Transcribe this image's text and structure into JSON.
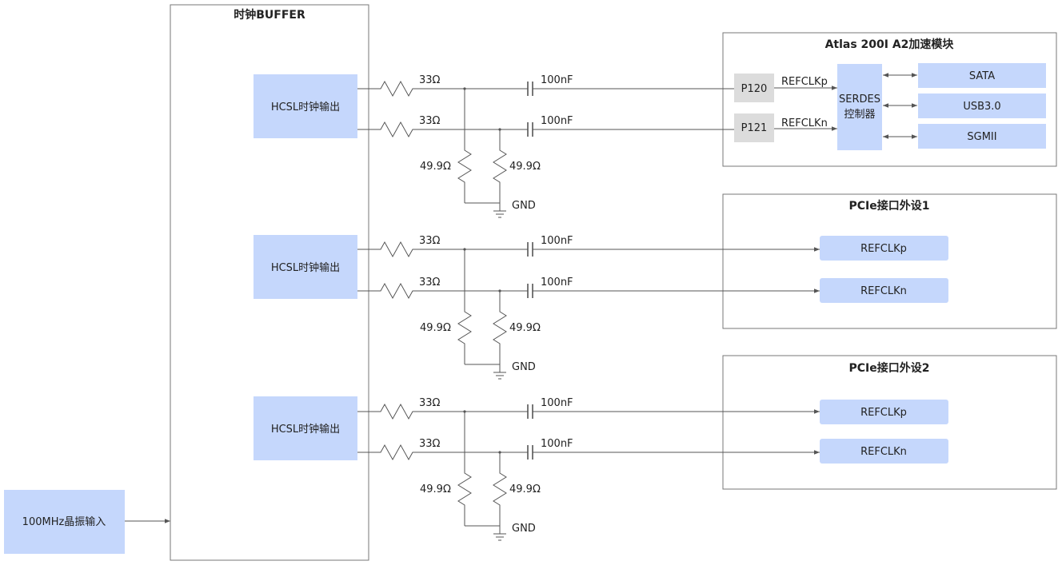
{
  "colors": {
    "block_fill": "#c5d7fc",
    "pin_fill": "#dcdcdc",
    "wire": "#555555",
    "frame": "#777777",
    "text": "#222222"
  },
  "icons": {
    "resistor": "resistor-icon",
    "capacitor": "capacitor-icon",
    "ground": "ground-icon",
    "arrow": "arrow-icon"
  },
  "oscillator": {
    "label": "100MHz晶振输入"
  },
  "clock_buffer": {
    "title": "时钟BUFFER",
    "output_label": "HCSL时钟输出"
  },
  "components": {
    "series_resistor": "33Ω",
    "shunt_resistor": "49.9Ω",
    "capacitor": "100nF",
    "ground": "GND"
  },
  "atlas_module": {
    "title": "Atlas 200I A2加速模块",
    "pins": [
      "P120",
      "P121"
    ],
    "signals": [
      "REFCLKp",
      "REFCLKn"
    ],
    "controller_line1": "SERDES",
    "controller_line2": "控制器",
    "interfaces": [
      "SATA",
      "USB3.0",
      "SGMII"
    ]
  },
  "pcie_1": {
    "title": "PCIe接口外设1",
    "signals": [
      "REFCLKp",
      "REFCLKn"
    ]
  },
  "pcie_2": {
    "title": "PCIe接口外设2",
    "signals": [
      "REFCLKp",
      "REFCLKn"
    ]
  }
}
